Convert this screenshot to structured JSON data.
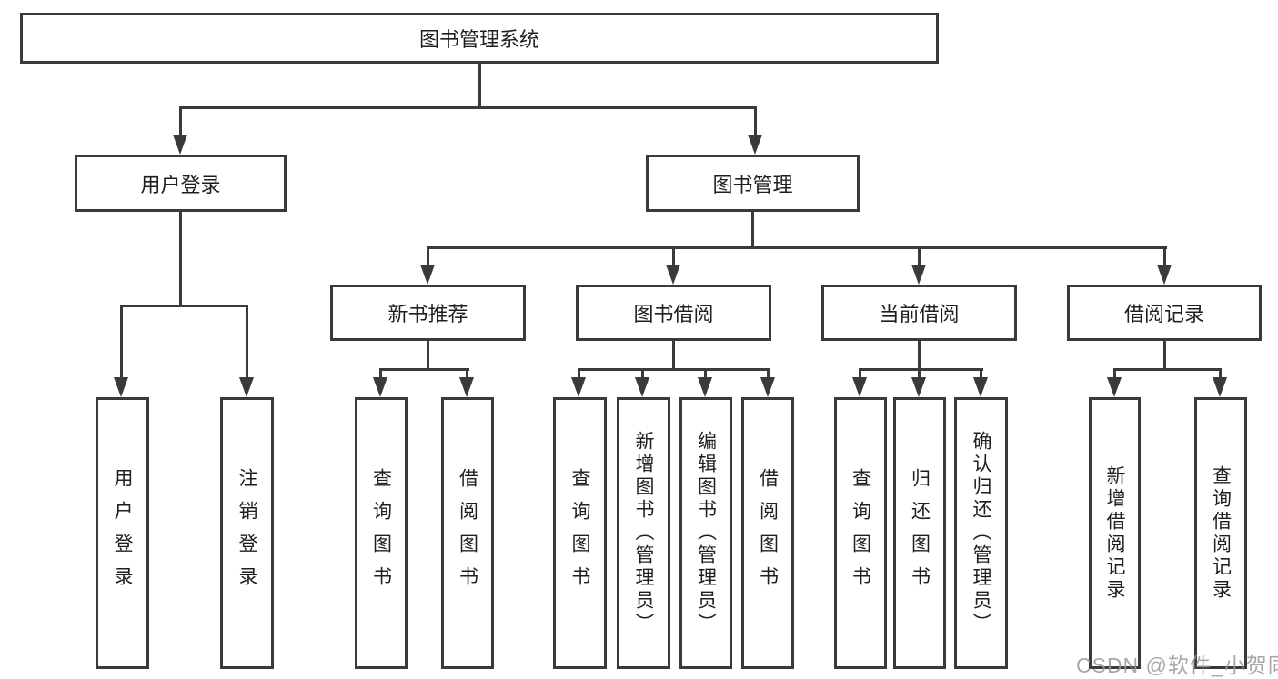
{
  "diagram": {
    "type": "tree",
    "title": "图书管理系统",
    "root": {
      "label": "图书管理系统",
      "children": [
        {
          "label": "用户登录",
          "children": [
            {
              "label": "用户登录"
            },
            {
              "label": "注销登录"
            }
          ]
        },
        {
          "label": "图书管理",
          "children": [
            {
              "label": "新书推荐",
              "children": [
                {
                  "label": "查询图书"
                },
                {
                  "label": "借阅图书"
                }
              ]
            },
            {
              "label": "图书借阅",
              "children": [
                {
                  "label": "查询图书"
                },
                {
                  "label": "新增图书（管理员）"
                },
                {
                  "label": "编辑图书（管理员）"
                },
                {
                  "label": "借阅图书"
                }
              ]
            },
            {
              "label": "当前借阅",
              "children": [
                {
                  "label": "查询图书"
                },
                {
                  "label": "归还图书"
                },
                {
                  "label": "确认归还（管理员）"
                }
              ]
            },
            {
              "label": "借阅记录",
              "children": [
                {
                  "label": "新增借阅记录"
                },
                {
                  "label": "查询借阅记录"
                }
              ]
            }
          ]
        }
      ]
    }
  },
  "watermark": {
    "text": "CSDN @软件_小贺同学"
  },
  "colors": {
    "line": "#3a3a3a",
    "box_border": "#3a3a3a",
    "box_fill": "#ffffff",
    "text": "#1f1f1f",
    "watermark": "#999999",
    "background": "#ffffff"
  }
}
